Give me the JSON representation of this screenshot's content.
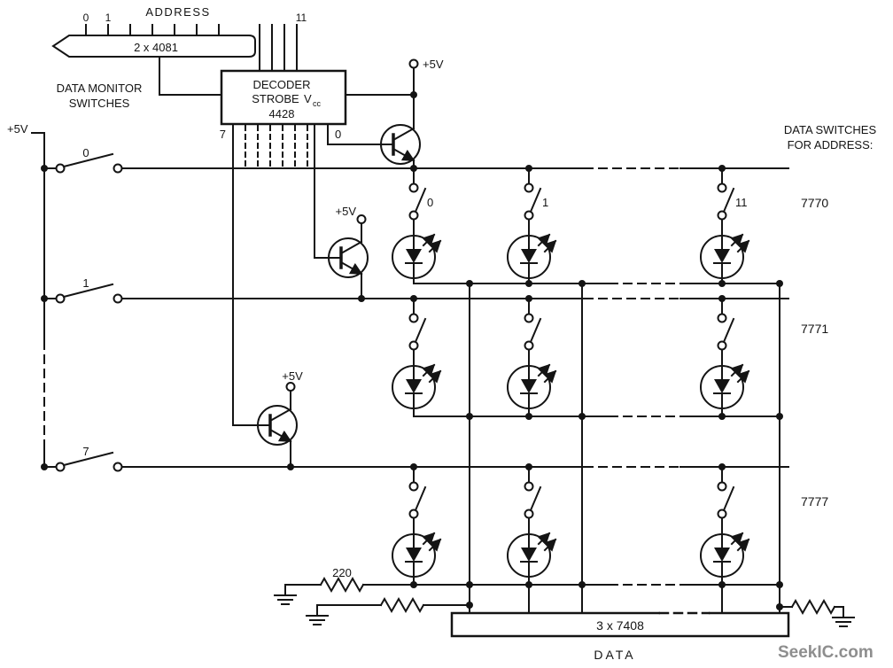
{
  "labels": {
    "address_title": "ADDRESS",
    "bus_ticks": [
      "0",
      "1"
    ],
    "addr_msb": "11",
    "and_gates": "2 x 4081",
    "monitor_title_1": "DATA MONITOR",
    "monitor_title_2": "SWITCHES",
    "supply": "+5V",
    "decoder_name": "DECODER",
    "decoder_strobe": "STROBE",
    "decoder_vcc": "V",
    "decoder_vcc_sub": "cc",
    "decoder_part": "4428",
    "decoder_pin_left": "7",
    "decoder_pin_right": "0",
    "monitor_switches": [
      "0",
      "1",
      "7"
    ],
    "data_switches": [
      "0",
      "1",
      "11"
    ],
    "right_title_1": "DATA SWITCHES",
    "right_title_2": "FOR ADDRESS:",
    "addresses": [
      "7770",
      "7771",
      "7777"
    ],
    "resistor_value": "220",
    "gates_part": "3 x 7408",
    "data_bus": "DATA",
    "watermark": "SeekIC.com"
  },
  "colors": {
    "ink": "#141414",
    "background": "#ffffff",
    "watermark": "#8e8e8e"
  }
}
